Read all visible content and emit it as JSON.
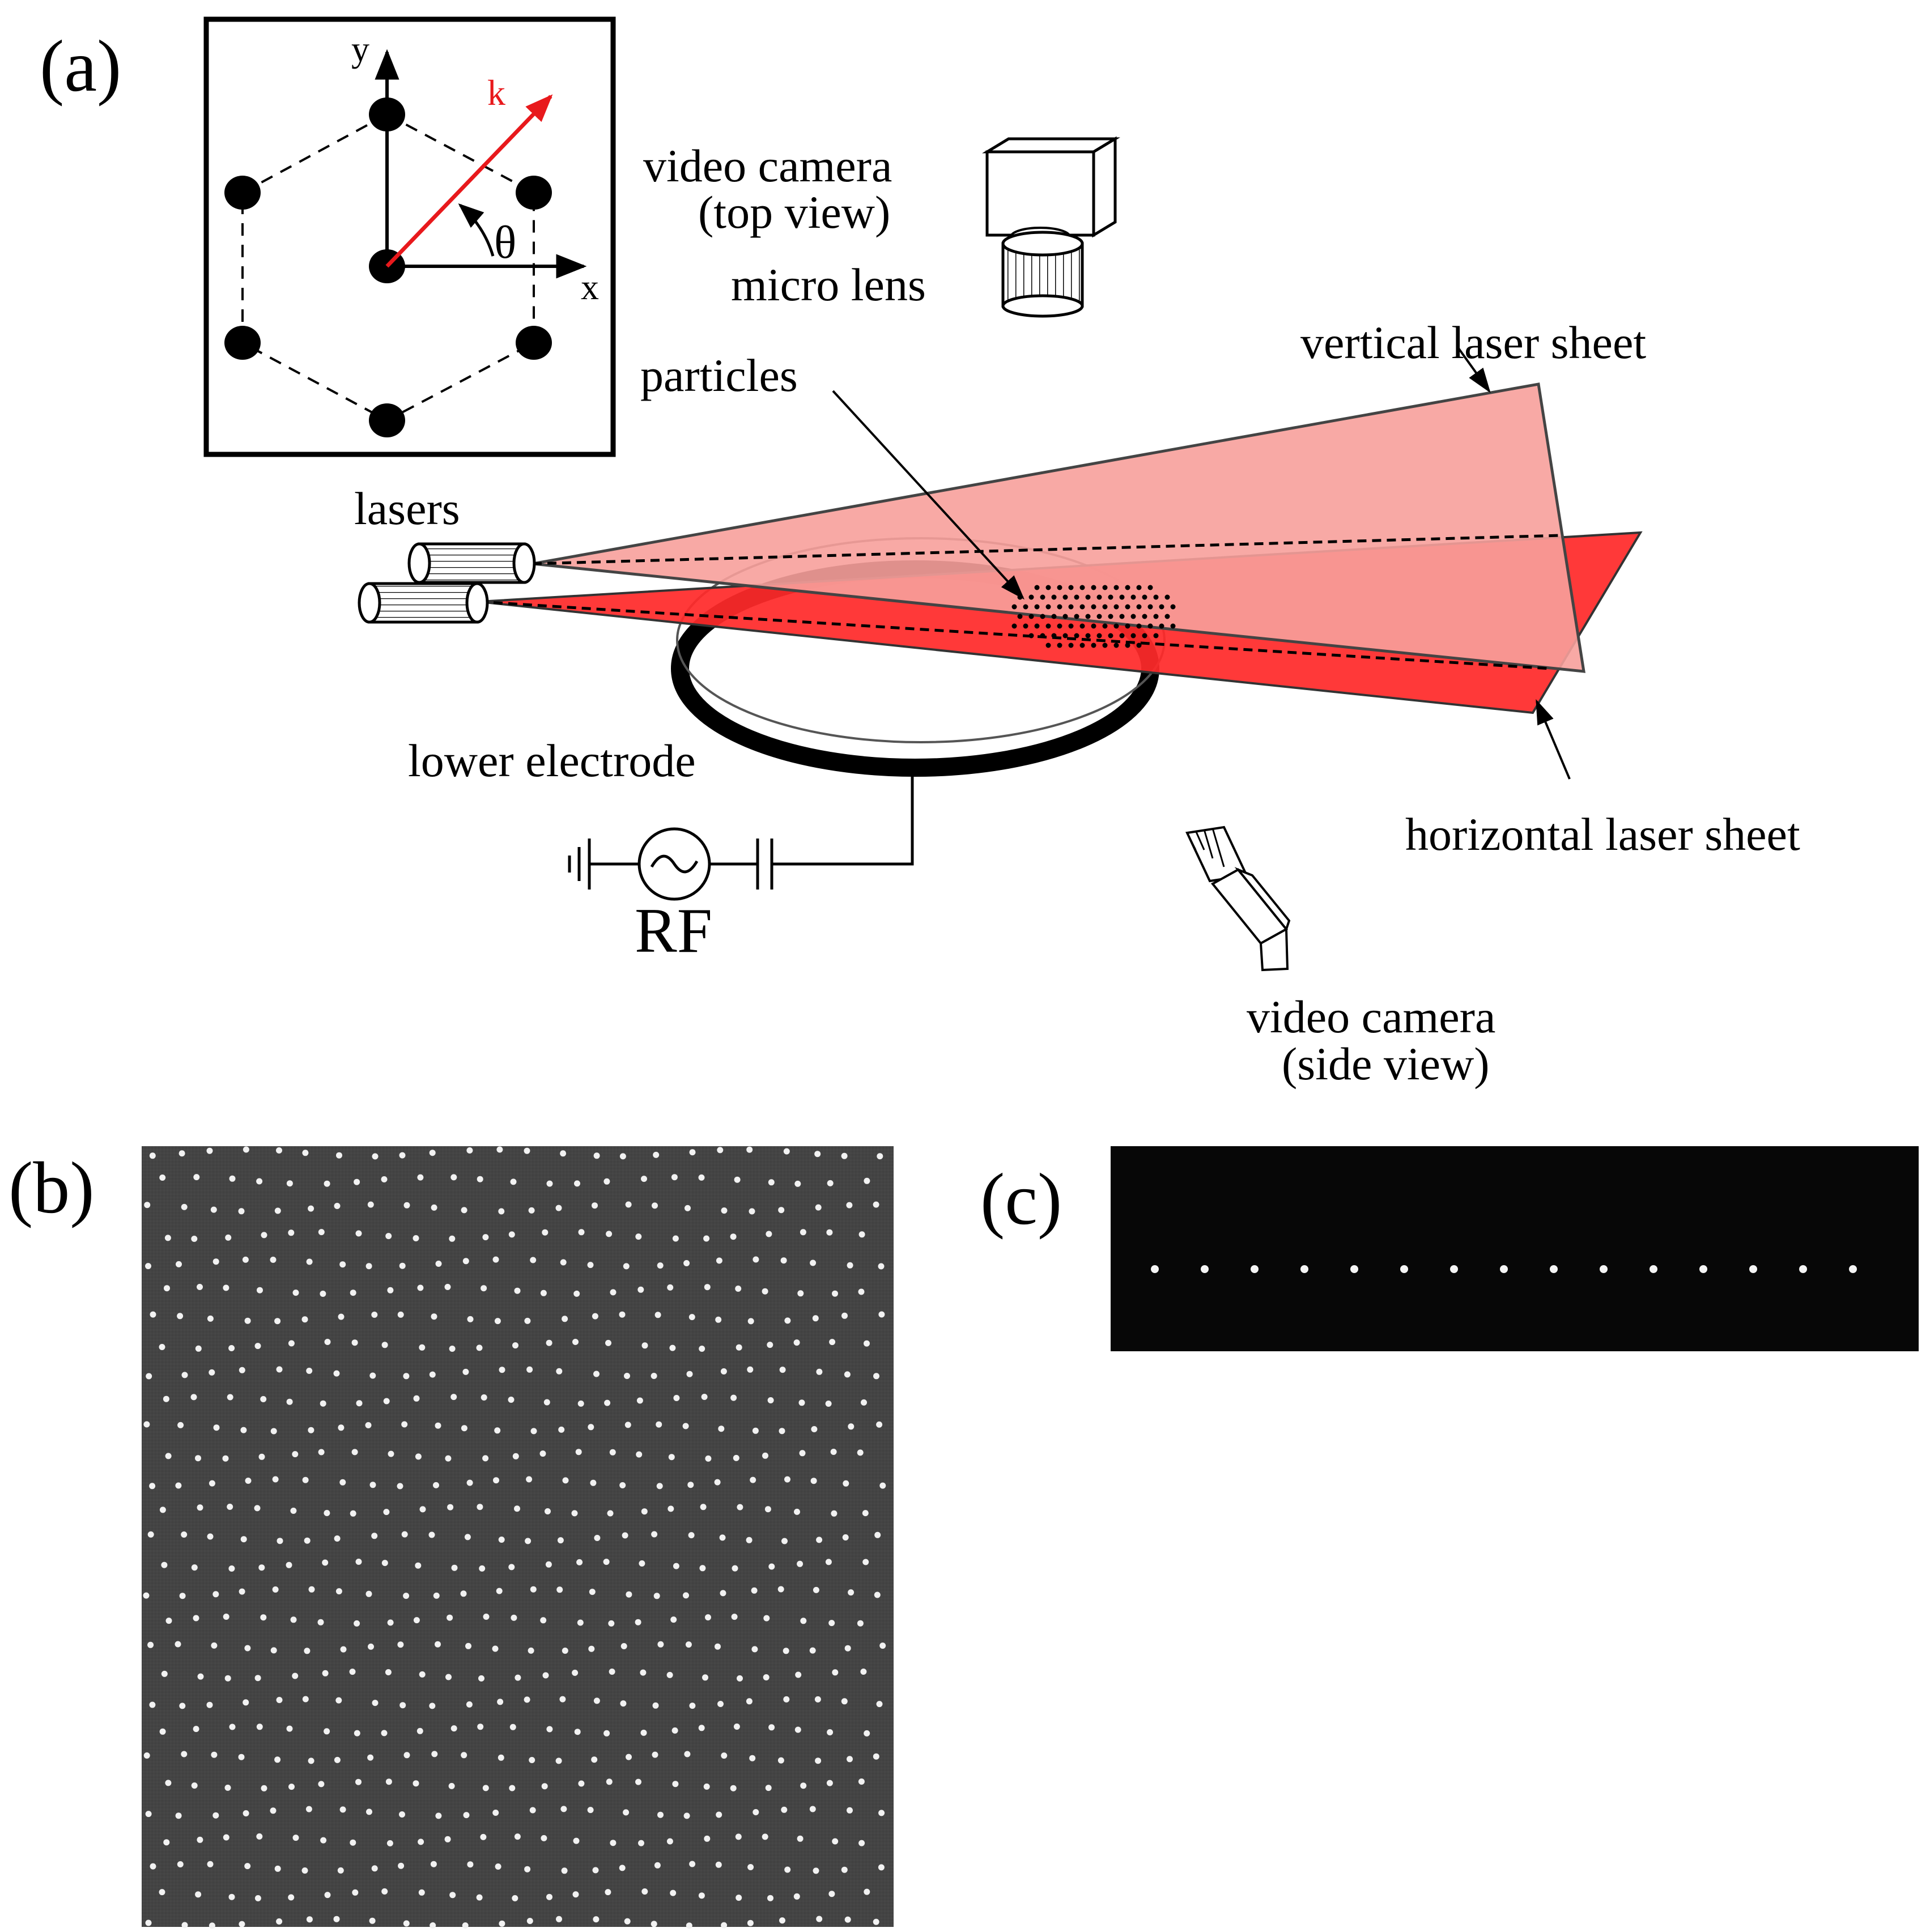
{
  "panel_a": {
    "tag": "(a)",
    "inset": {
      "axis_x": "x",
      "axis_y": "y",
      "wavevector": "k",
      "angle": "θ",
      "colors": {
        "wavevector": "#e8191c"
      }
    },
    "labels": {
      "camera_top_line1": "video camera",
      "camera_top_line2": "(top view)",
      "micro_lens": "micro lens",
      "vertical_sheet": "vertical laser sheet",
      "particles": "particles",
      "lasers": "lasers",
      "lower_electrode": "lower electrode",
      "horizontal_sheet": "horizontal laser sheet",
      "rf": "RF",
      "camera_side_line1": "video camera",
      "camera_side_line2": "(side view)"
    },
    "colors": {
      "vertical_sheet": "#f7a09b",
      "horizontal_sheet": "#ff2a2a"
    }
  },
  "panel_b": {
    "tag": "(b)"
  },
  "panel_c": {
    "tag": "(c)"
  }
}
